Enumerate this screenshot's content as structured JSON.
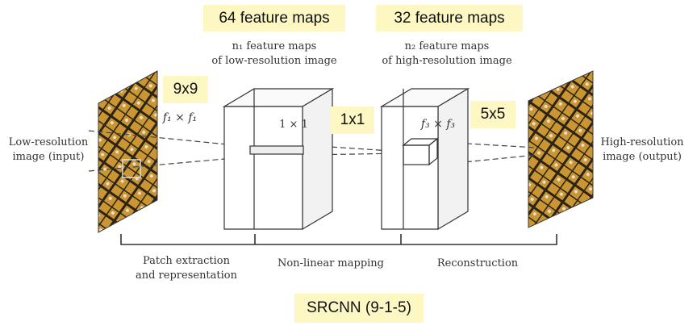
{
  "callouts": {
    "layer1_maps": "64 feature maps",
    "layer2_maps": "32 feature maps",
    "k1": "9x9",
    "k2": "1x1",
    "k3": "5x5",
    "model": "SRCNN (9-1-5)"
  },
  "labels": {
    "input_line1": "Low-resolution",
    "input_line2": "image (input)",
    "output_line1": "High-resolution",
    "output_line2": "image (output)",
    "n1_line1": "n₁ feature maps",
    "n1_line2": "of low-resolution image",
    "n2_line1": "n₂ feature maps",
    "n2_line2": "of high-resolution image",
    "f1": "f₁ × f₁",
    "k_mid": "1 × 1",
    "f3": "f₃ × f₃"
  },
  "stages": {
    "patch_line1": "Patch extraction",
    "patch_line2": "and representation",
    "nonlinear": "Non-linear mapping",
    "reconstruction": "Reconstruction"
  },
  "colors": {
    "highlight": "#fdf7c4",
    "butterfly_orange": "#c8902a",
    "butterfly_dark": "#2b2218",
    "line": "#444444"
  }
}
